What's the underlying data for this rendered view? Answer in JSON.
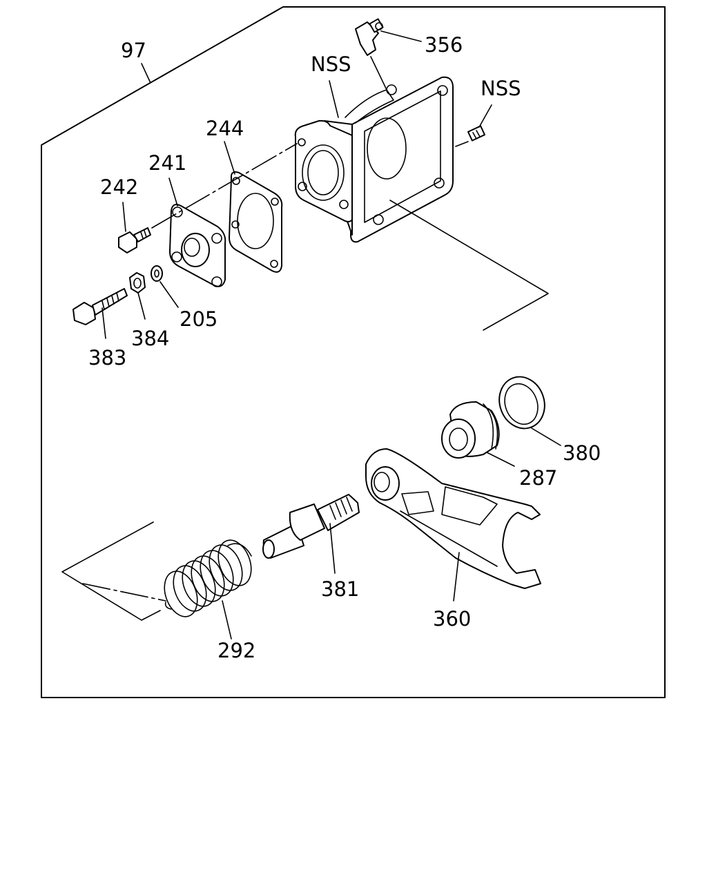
{
  "labels": {
    "frame": "97",
    "grease_fitting": "356",
    "housing": "NSS",
    "plug": "NSS",
    "gasket": "244",
    "cover": "241",
    "cover_bolt": "242",
    "nut": "384",
    "washer": "205",
    "adjust_bolt": "383",
    "seal_ring": "380",
    "bushing": "287",
    "pivot_pin": "381",
    "release_fork": "360",
    "spring": "292"
  }
}
